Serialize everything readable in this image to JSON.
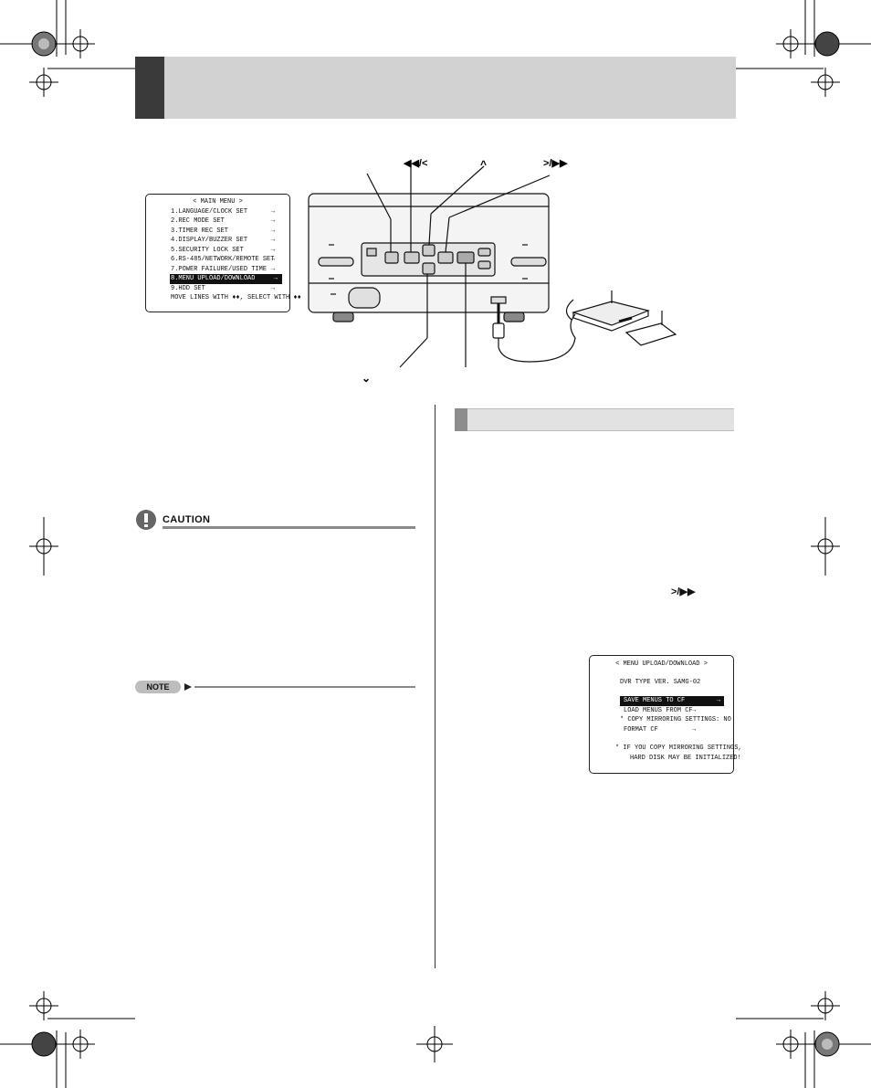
{
  "top_button_labels": {
    "rewind_left": "◀◀/<",
    "up": "^",
    "right_ff": ">/▶▶"
  },
  "bottom_button_labels": {
    "down": "⌄"
  },
  "main_menu": {
    "title": "< MAIN MENU >",
    "items": [
      {
        "label": "1.LANGUAGE/CLOCK SET",
        "arrow": "→"
      },
      {
        "label": "2.REC MODE SET",
        "arrow": "→"
      },
      {
        "label": "3.TIMER REC SET",
        "arrow": "→"
      },
      {
        "label": "4.DISPLAY/BUZZER SET",
        "arrow": "→"
      },
      {
        "label": "5.SECURITY LOCK SET",
        "arrow": "→"
      },
      {
        "label": "6.RS-485/NETWORK/REMOTE SET",
        "arrow": "→"
      },
      {
        "label": "7.POWER FAILURE/USED TIME",
        "arrow": "→"
      },
      {
        "label": "8.MENU UPLOAD/DOWNLOAD",
        "arrow": "→"
      },
      {
        "label": "9.HDD SET",
        "arrow": "→"
      }
    ],
    "selected_index": 7,
    "footer": "MOVE LINES WITH ♦♦, SELECT WITH ♦♦"
  },
  "caution_label": "CAUTION",
  "note_label": "NOTE",
  "step_button_label": ">/▶▶",
  "sub_menu": {
    "title": "< MENU UPLOAD/DOWNLOAD >",
    "dvr_type": "DVR TYPE VER. SAMG-02",
    "save": "SAVE MENUS TO CF",
    "save_arrow": "→",
    "load": "LOAD MENUS FROM CF",
    "load_arrow": "→",
    "copy": "* COPY MIRRORING SETTINGS: NO",
    "format": "FORMAT CF",
    "format_arrow": "→",
    "warning_1": "* IF YOU COPY MIRRORING SETTINGS,",
    "warning_2": "HARD DISK MAY BE INITIALIZED!"
  },
  "colors": {
    "header_band": "#d2d2d2",
    "header_tab": "#3a3a3a",
    "section_bar": "#e2e2e2",
    "rule": "#8a8a8a"
  }
}
